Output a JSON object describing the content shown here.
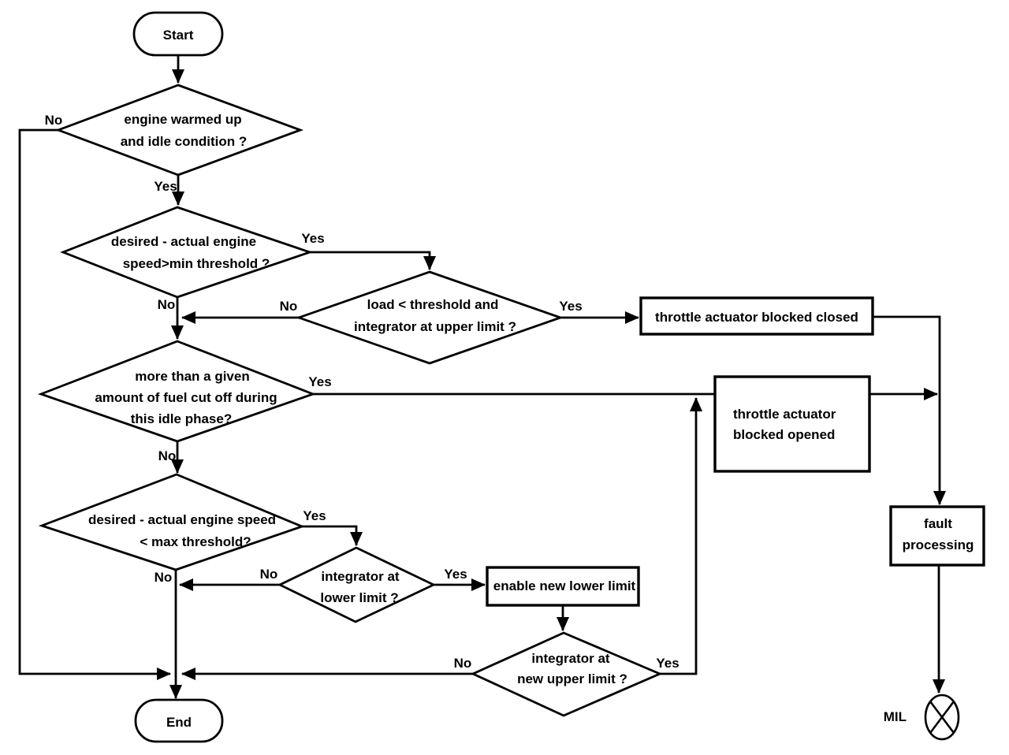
{
  "diagram": {
    "type": "flowchart",
    "colors": {
      "stroke": "#000000",
      "background": "#ffffff"
    },
    "nodes": {
      "start": {
        "shape": "terminator",
        "label": "Start"
      },
      "warmed_up": {
        "shape": "decision",
        "lines": [
          "engine warmed up",
          "and idle condition ?"
        ]
      },
      "min_threshold": {
        "shape": "decision",
        "lines": [
          "desired - actual engine",
          "speed>min threshold ?"
        ]
      },
      "load_threshold": {
        "shape": "decision",
        "lines": [
          "load < threshold and",
          "integrator at upper limit ?"
        ]
      },
      "fuel_cut_off": {
        "shape": "decision",
        "lines": [
          "more than a given",
          "amount of fuel cut off during",
          "this idle phase?"
        ]
      },
      "max_threshold": {
        "shape": "decision",
        "lines": [
          "desired - actual engine speed",
          "< max threshold?"
        ]
      },
      "lower_limit": {
        "shape": "decision",
        "lines": [
          "integrator at",
          "lower limit ?"
        ]
      },
      "new_upper_limit": {
        "shape": "decision",
        "lines": [
          "integrator at",
          "new upper limit ?"
        ]
      },
      "blocked_closed": {
        "shape": "process",
        "label": "throttle actuator blocked closed"
      },
      "blocked_opened": {
        "shape": "process",
        "lines": [
          "throttle actuator",
          "blocked opened"
        ]
      },
      "enable_lower": {
        "shape": "process",
        "label": "enable new lower limit"
      },
      "fault": {
        "shape": "process",
        "lines": [
          "fault",
          "processing"
        ]
      },
      "end": {
        "shape": "terminator",
        "label": "End"
      },
      "mil": {
        "shape": "indicator",
        "label": "MIL",
        "icon": "crossed-circle-indicator"
      }
    },
    "edge_labels": {
      "warmed_up_no": "No",
      "warmed_up_yes": "Yes",
      "min_threshold_yes": "Yes",
      "min_threshold_no": "No",
      "load_threshold_no": "No",
      "load_threshold_yes": "Yes",
      "fuel_cut_off_yes": "Yes",
      "fuel_cut_off_no": "No",
      "max_threshold_yes": "Yes",
      "max_threshold_no": "No",
      "lower_limit_no": "No",
      "lower_limit_yes": "Yes",
      "new_upper_limit_no": "No",
      "new_upper_limit_yes": "Yes"
    }
  }
}
